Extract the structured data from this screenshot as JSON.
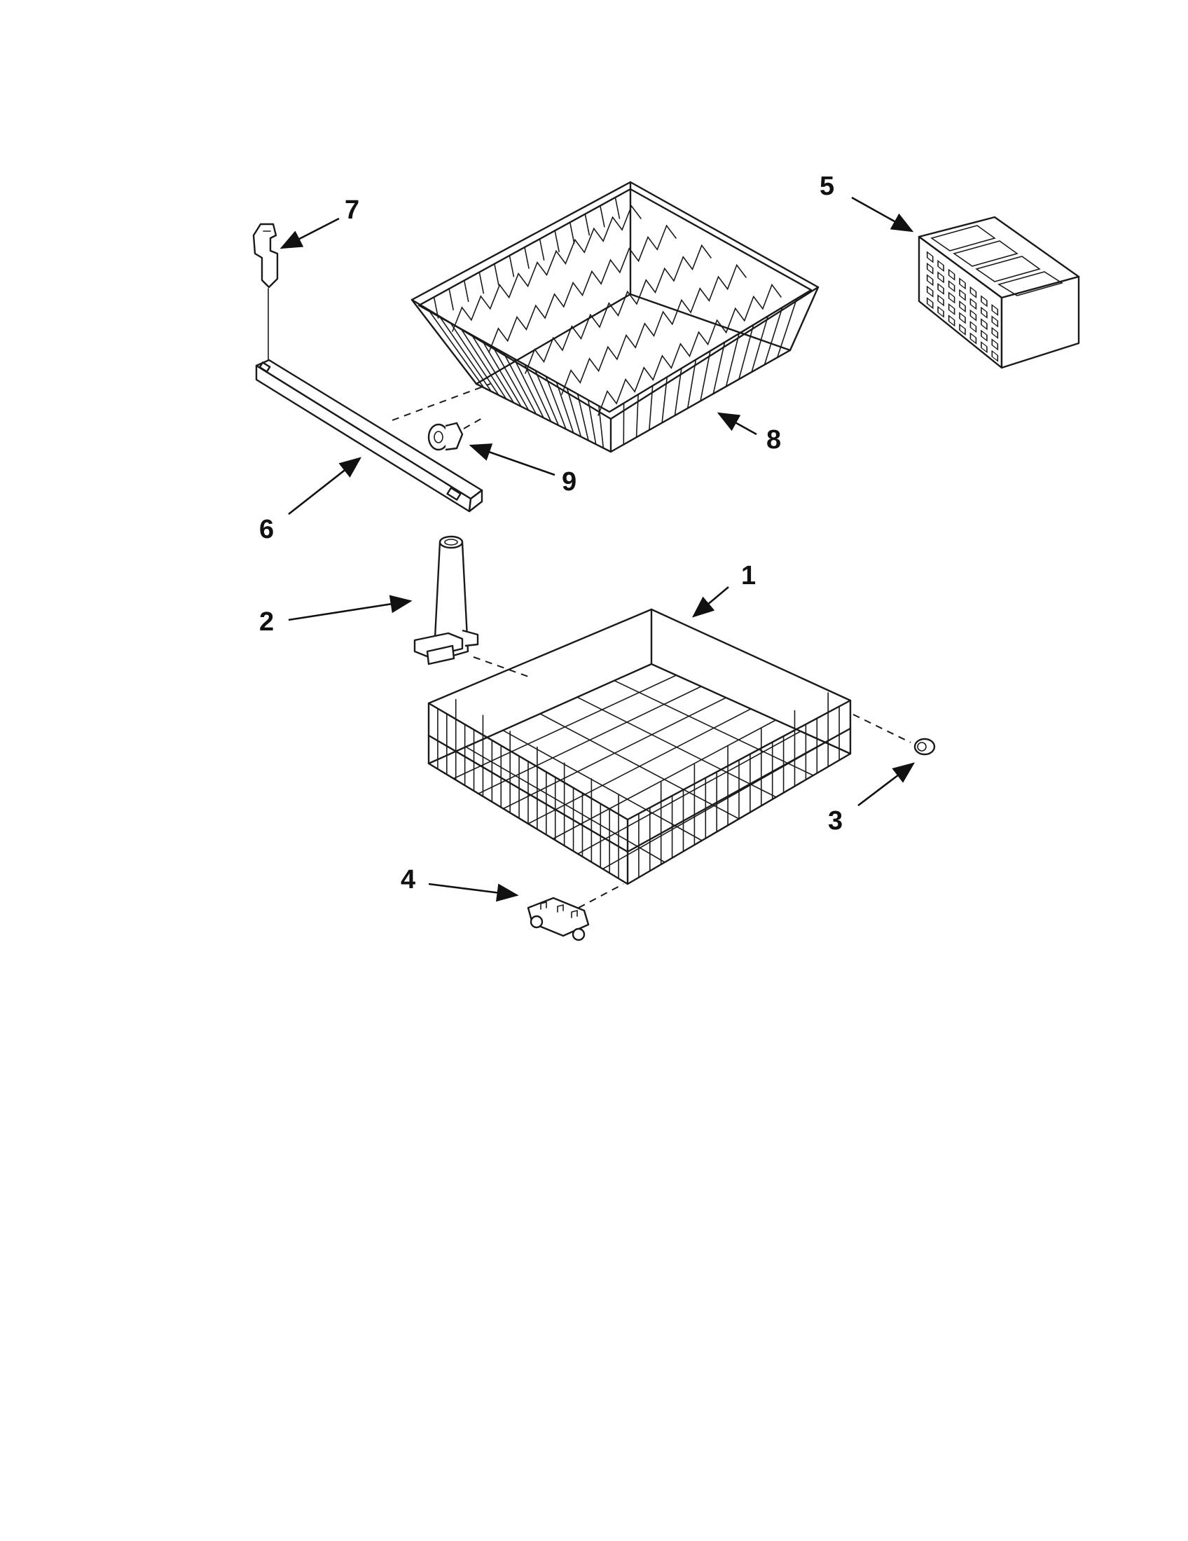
{
  "callouts": [
    {
      "id": "1",
      "label": "1",
      "part": "lower-dishrack"
    },
    {
      "id": "2",
      "label": "2",
      "part": "spray-tower"
    },
    {
      "id": "3",
      "label": "3",
      "part": "rack-roller-end"
    },
    {
      "id": "4",
      "label": "4",
      "part": "lower-rack-wheel"
    },
    {
      "id": "5",
      "label": "5",
      "part": "silverware-basket"
    },
    {
      "id": "6",
      "label": "6",
      "part": "rack-track"
    },
    {
      "id": "7",
      "label": "7",
      "part": "track-stop-clip"
    },
    {
      "id": "8",
      "label": "8",
      "part": "upper-dishrack"
    },
    {
      "id": "9",
      "label": "9",
      "part": "upper-rack-roller"
    }
  ],
  "colors": {
    "line": "#1a1a1a",
    "background": "#ffffff"
  }
}
